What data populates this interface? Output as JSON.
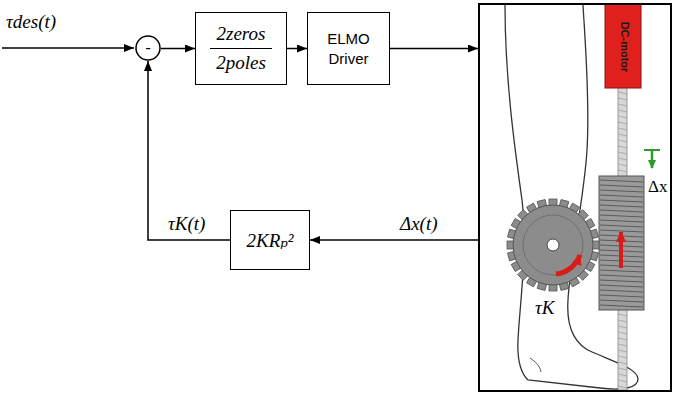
{
  "diagram": {
    "nodes": [
      {
        "text": [
          "-"
        ]
      },
      {
        "text": [
          "2zeros",
          "2poles"
        ]
      },
      {
        "text": [
          "ELMO Driver"
        ]
      },
      {
        "text": [
          "DC-motor",
          "τK",
          "Δx"
        ]
      },
      {
        "text": [
          "2KRₚ²"
        ]
      }
    ],
    "edges": [
      {
        "from": 0,
        "to": 1,
        "arrow": "to"
      },
      {
        "from": 1,
        "to": 2,
        "arrow": "to"
      },
      {
        "from": 2,
        "to": 3,
        "arrow": "to"
      },
      {
        "from": 3,
        "to": 4,
        "label": "Δx(t)",
        "arrow": "to"
      },
      {
        "from": 4,
        "to": 0,
        "label": "τK(t)",
        "arrow": "to"
      }
    ],
    "labels": [
      "τdes(t)"
    ]
  }
}
